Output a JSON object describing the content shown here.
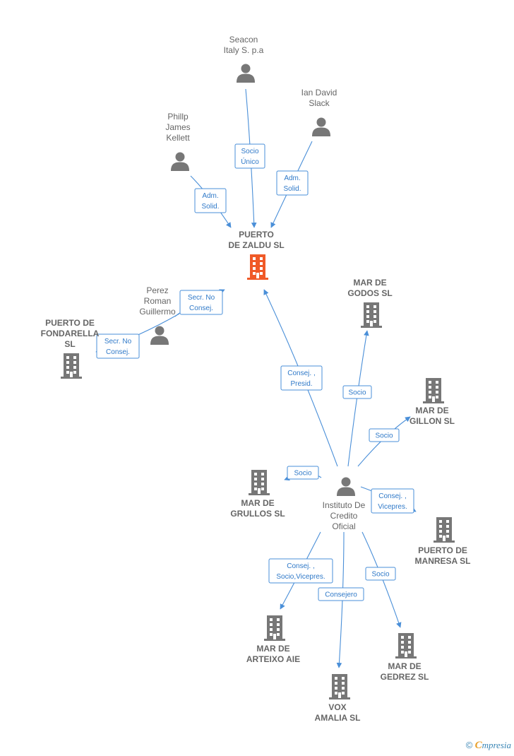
{
  "colors": {
    "edge": "#4a8fd8",
    "person_icon": "#777777",
    "company_icon": "#777777",
    "focus_company_icon": "#f05a28",
    "label": "#666666"
  },
  "nodes": [
    {
      "id": "seacon",
      "type": "person",
      "label": [
        "Seacon",
        "Italy S. p.a"
      ]
    },
    {
      "id": "ian",
      "type": "person",
      "label": [
        "Ian David",
        "Slack"
      ]
    },
    {
      "id": "phillp",
      "type": "person",
      "label": [
        "Phillp",
        "James",
        "Kellett"
      ]
    },
    {
      "id": "puerto_zaldu",
      "type": "company",
      "focus": true,
      "label": [
        "PUERTO",
        "DE ZALDU  SL"
      ]
    },
    {
      "id": "perez",
      "type": "person",
      "label": [
        "Perez",
        "Roman",
        "Guillermo"
      ]
    },
    {
      "id": "puerto_fondarella",
      "type": "company",
      "label": [
        "PUERTO DE",
        "FONDARELLA",
        "SL"
      ]
    },
    {
      "id": "mar_godos",
      "type": "company",
      "label": [
        "MAR DE",
        "GODOS  SL"
      ]
    },
    {
      "id": "mar_gillon",
      "type": "company",
      "label": [
        "MAR DE",
        "GILLON  SL"
      ]
    },
    {
      "id": "mar_grullos",
      "type": "company",
      "label": [
        "MAR DE",
        "GRULLOS  SL"
      ]
    },
    {
      "id": "instituto",
      "type": "person",
      "label": [
        "Instituto De",
        "Credito",
        "Oficial"
      ]
    },
    {
      "id": "puerto_manresa",
      "type": "company",
      "label": [
        "PUERTO DE",
        "MANRESA  SL"
      ]
    },
    {
      "id": "mar_arteixo",
      "type": "company",
      "label": [
        "MAR DE",
        "ARTEIXO AIE"
      ]
    },
    {
      "id": "mar_gedrez",
      "type": "company",
      "label": [
        "MAR DE",
        "GEDREZ  SL"
      ]
    },
    {
      "id": "vox_amalia",
      "type": "company",
      "label": [
        "VOX",
        "AMALIA  SL"
      ]
    }
  ],
  "edges": [
    {
      "from": "seacon",
      "to": "puerto_zaldu",
      "label": [
        "Socio",
        "Único"
      ]
    },
    {
      "from": "ian",
      "to": "puerto_zaldu",
      "label": [
        "Adm.",
        "Solid."
      ]
    },
    {
      "from": "phillp",
      "to": "puerto_zaldu",
      "label": [
        "Adm.",
        "Solid."
      ]
    },
    {
      "from": "perez",
      "to": "puerto_zaldu",
      "label": [
        "Secr.  No",
        "Consej."
      ]
    },
    {
      "from": "perez",
      "to": "puerto_fondarella",
      "label": [
        "Secr.  No",
        "Consej."
      ]
    },
    {
      "from": "instituto",
      "to": "puerto_zaldu",
      "label": [
        "Consej. ,",
        "Presid."
      ]
    },
    {
      "from": "instituto",
      "to": "mar_godos",
      "label": [
        "Socio"
      ]
    },
    {
      "from": "instituto",
      "to": "mar_gillon",
      "label": [
        "Socio"
      ]
    },
    {
      "from": "instituto",
      "to": "mar_grullos",
      "label": [
        "Socio"
      ]
    },
    {
      "from": "instituto",
      "to": "puerto_manresa",
      "label": [
        "Consej. ,",
        "Vicepres."
      ]
    },
    {
      "from": "instituto",
      "to": "mar_arteixo",
      "label": [
        "Consej. ,",
        "Socio,Vicepres."
      ]
    },
    {
      "from": "instituto",
      "to": "vox_amalia",
      "label": [
        "Consejero"
      ]
    },
    {
      "from": "instituto",
      "to": "mar_gedrez",
      "label": [
        "Socio"
      ]
    }
  ],
  "footer": {
    "copyright": "©",
    "brand_initial": "C",
    "brand_rest": "mpresia"
  }
}
